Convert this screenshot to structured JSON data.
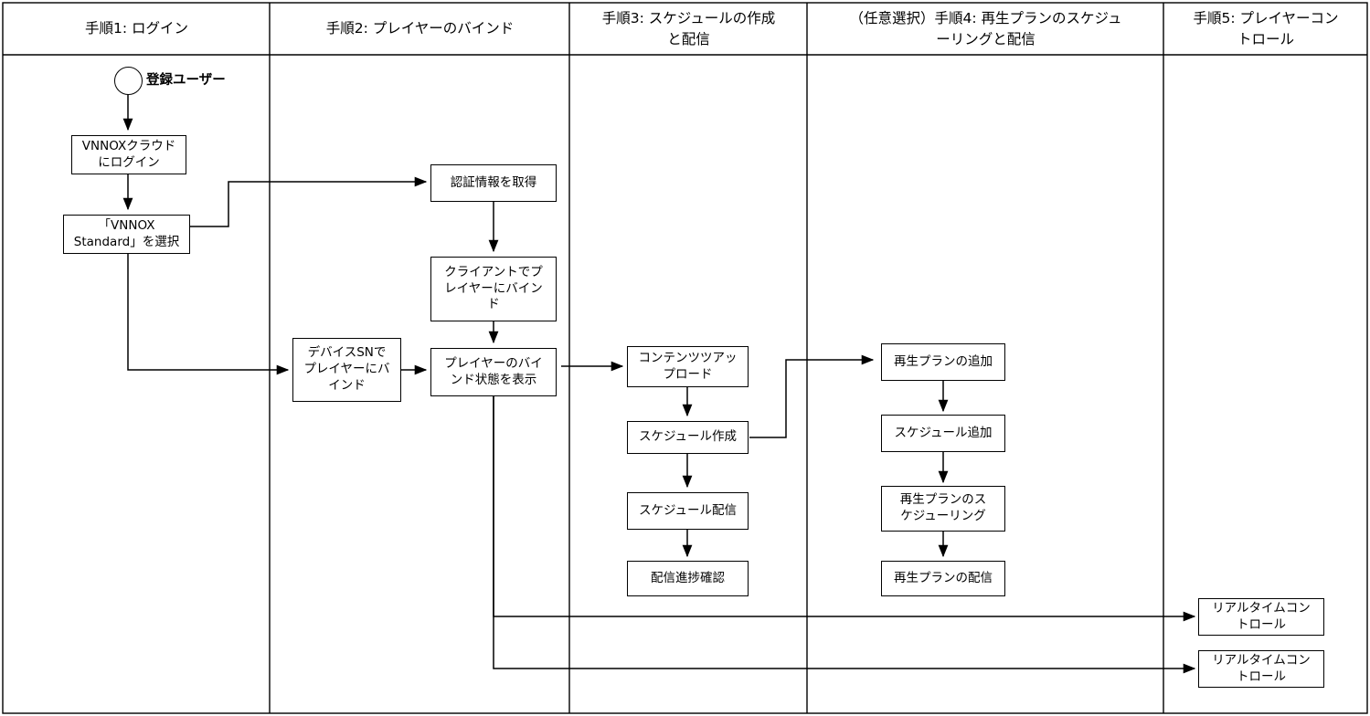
{
  "diagram": {
    "title": "VNNOX Standard operation flow",
    "stroke_color": "#000000",
    "fill_color": "#ffffff",
    "background": "#ffffff"
  },
  "lanes": [
    {
      "id": "lane1",
      "label": "手順1: ログイン"
    },
    {
      "id": "lane2",
      "label": "手順2: プレイヤーのバインド"
    },
    {
      "id": "lane3",
      "label": "手順3: スケジュールの作成\nと配信"
    },
    {
      "id": "lane4",
      "label": "（任意選択）手順4: 再生プランのスケジュ\nーリングと配信"
    },
    {
      "id": "lane5",
      "label": "手順5: プレイヤーコン\nトロール"
    }
  ],
  "start_node": {
    "label": "登録ユーザー",
    "shape": "circle"
  },
  "nodes": [
    {
      "id": "n1",
      "lane": "lane1",
      "label": "VNNOXクラウド\nにログイン"
    },
    {
      "id": "n2",
      "lane": "lane1",
      "label": "「VNNOX\nStandard」を選択"
    },
    {
      "id": "n3",
      "lane": "lane2",
      "label": "認証情報を取得"
    },
    {
      "id": "n4",
      "lane": "lane2",
      "label": "クライアントでプ\nレイヤーにバイン\nド"
    },
    {
      "id": "n5",
      "lane": "lane2",
      "label": "デバイスSNで\nプレイヤーにバ\nインド"
    },
    {
      "id": "n6",
      "lane": "lane2",
      "label": "プレイヤーのバイ\nンド状態を表示"
    },
    {
      "id": "n7",
      "lane": "lane3",
      "label": "コンテンツツアッ\nプロード"
    },
    {
      "id": "n8",
      "lane": "lane3",
      "label": "スケジュール作成"
    },
    {
      "id": "n9",
      "lane": "lane3",
      "label": "スケジュール配信"
    },
    {
      "id": "n10",
      "lane": "lane3",
      "label": "配信進捗確認"
    },
    {
      "id": "n11",
      "lane": "lane4",
      "label": "再生プランの追加"
    },
    {
      "id": "n12",
      "lane": "lane4",
      "label": "スケジュール追加"
    },
    {
      "id": "n13",
      "lane": "lane4",
      "label": "再生プランのス\nケジューリング"
    },
    {
      "id": "n14",
      "lane": "lane4",
      "label": "再生プランの配信"
    },
    {
      "id": "n15",
      "lane": "lane5",
      "label": "リアルタイムコン\nトロール"
    },
    {
      "id": "n16",
      "lane": "lane5",
      "label": "リアルタイムコン\nトロール"
    }
  ],
  "edges": [
    {
      "from": "start",
      "to": "n1"
    },
    {
      "from": "n1",
      "to": "n2"
    },
    {
      "from": "n2",
      "to": "n3"
    },
    {
      "from": "n2",
      "to": "n5"
    },
    {
      "from": "n3",
      "to": "n4"
    },
    {
      "from": "n4",
      "to": "n6"
    },
    {
      "from": "n5",
      "to": "n6"
    },
    {
      "from": "n6",
      "to": "n7"
    },
    {
      "from": "n6",
      "to": "n15"
    },
    {
      "from": "n6",
      "to": "n16"
    },
    {
      "from": "n7",
      "to": "n8"
    },
    {
      "from": "n8",
      "to": "n9"
    },
    {
      "from": "n8",
      "to": "n11"
    },
    {
      "from": "n9",
      "to": "n10"
    },
    {
      "from": "n11",
      "to": "n12"
    },
    {
      "from": "n12",
      "to": "n13"
    },
    {
      "from": "n13",
      "to": "n14"
    }
  ]
}
